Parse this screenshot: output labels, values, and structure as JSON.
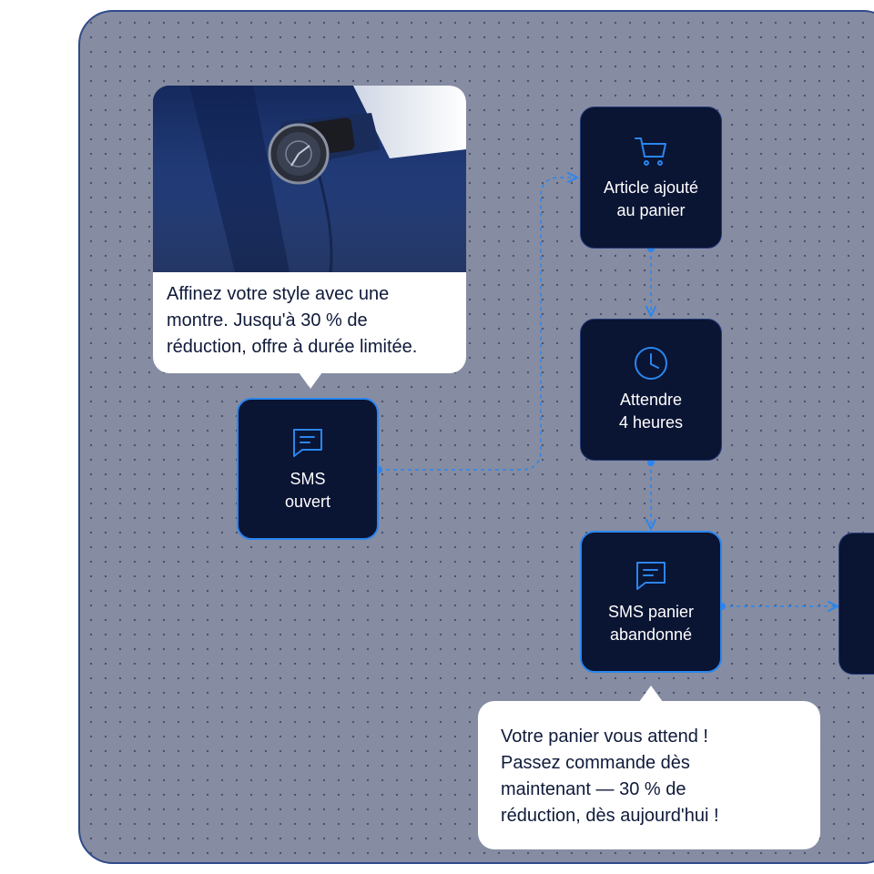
{
  "nodes": {
    "sms_opened": {
      "label": "SMS\nouvert",
      "icon": "message-icon"
    },
    "article_added": {
      "label": "Article ajouté\nau panier",
      "icon": "cart-icon"
    },
    "wait": {
      "label": "Attendre\n4 heures",
      "icon": "clock-icon"
    },
    "abandoned_sms": {
      "label": "SMS panier\nabandonné",
      "icon": "message-icon"
    },
    "next_step": {
      "label": "",
      "icon": ""
    }
  },
  "bubbles": {
    "watch_promo": {
      "text": "Affinez votre style avec une\nmontre. Jusqu'à 30 % de\nréduction, offre à durée limitée.",
      "image": "watch-photo"
    },
    "cart_reminder": {
      "text": "Votre panier vous attend !\nPassez commande dès\nmaintenant — 30 % de\nréduction, dès aujourd'hui !"
    }
  },
  "colors": {
    "canvas": "#868ca2",
    "node_bg": "#0a1433",
    "accent": "#2a86ef",
    "connector": "#2a86ef",
    "bubble_bg": "#ffffff"
  }
}
